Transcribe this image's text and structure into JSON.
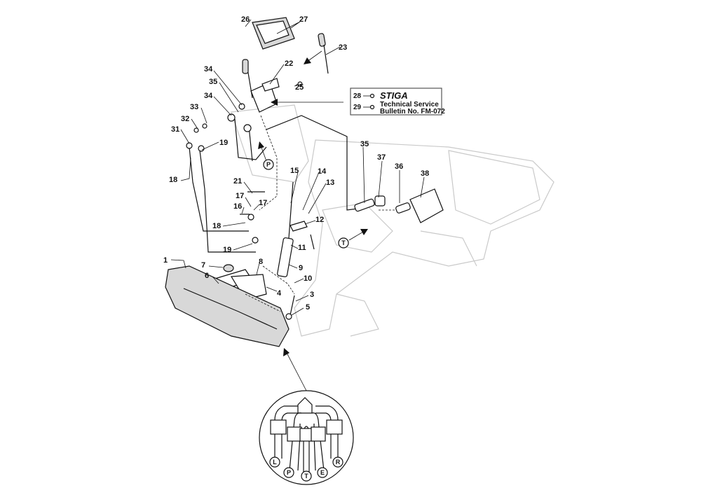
{
  "diagram": {
    "part_labels": [
      "26",
      "27",
      "23",
      "22",
      "25",
      "34",
      "35",
      "34",
      "33",
      "32",
      "31",
      "19",
      "18",
      "15",
      "14",
      "13",
      "21",
      "17",
      "17",
      "16",
      "12",
      "18",
      "11",
      "19",
      "7",
      "8",
      "1",
      "9",
      "6",
      "10",
      "4",
      "3",
      "5",
      "35",
      "37",
      "36",
      "38"
    ],
    "port_markers": {
      "main_p": "P",
      "main_t": "T"
    },
    "detail_ports": [
      "L",
      "P",
      "T",
      "E",
      "R"
    ],
    "note_box": {
      "items": [
        "28",
        "29"
      ],
      "brand": "STIGA",
      "line1": "Technical Service",
      "line2": "Bulletin No. FM-072"
    }
  }
}
